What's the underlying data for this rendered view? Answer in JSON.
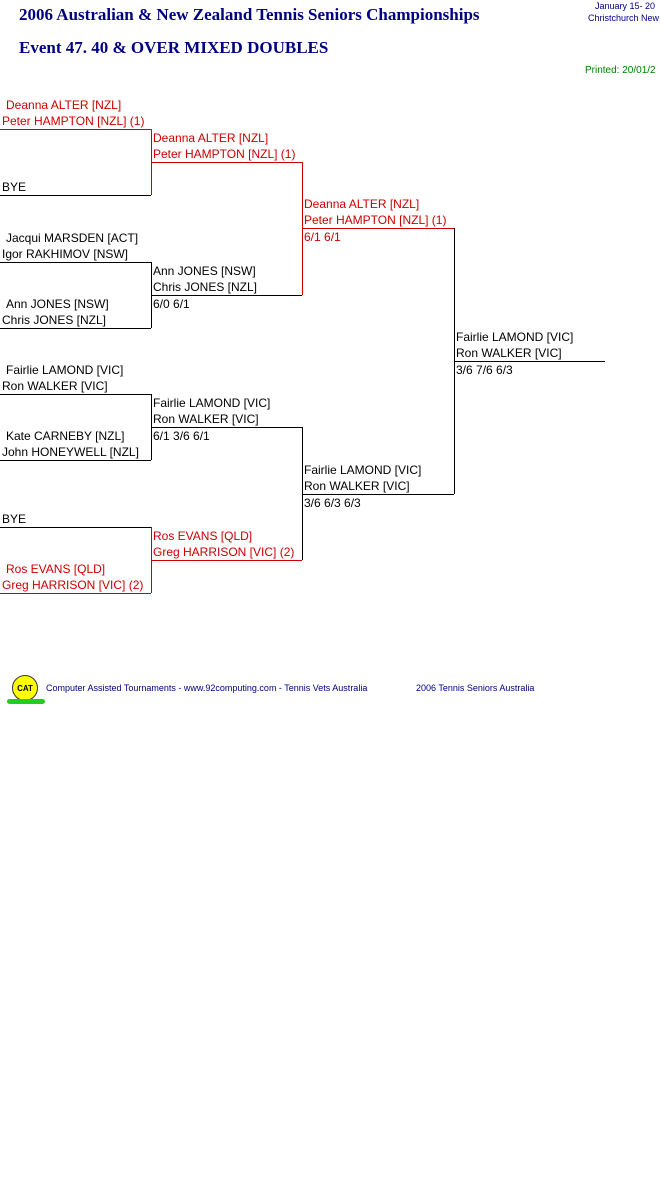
{
  "header": {
    "title": "2006 Australian & New Zealand Tennis Seniors Championships",
    "event": "Event 47. 40 & OVER MIXED DOUBLES",
    "dates": "January  15- 20",
    "location": "Christchurch    New",
    "printed": "Printed: 20/01/2"
  },
  "round1": [
    {
      "p1": "Deanna ALTER [NZL]",
      "p2": "Peter HAMPTON [NZL] (1)",
      "seeded": true
    },
    {
      "p1": "",
      "p2": "BYE",
      "seeded": false
    },
    {
      "p1": "Jacqui MARSDEN [ACT]",
      "p2": "Igor RAKHIMOV [NSW]",
      "seeded": false
    },
    {
      "p1": "Ann JONES [NSW]",
      "p2": "Chris JONES [NZL]",
      "seeded": false
    },
    {
      "p1": "Fairlie LAMOND [VIC]",
      "p2": "Ron WALKER [VIC]",
      "seeded": false
    },
    {
      "p1": "Kate CARNEBY [NZL]",
      "p2": "John HONEYWELL [NZL]",
      "seeded": false
    },
    {
      "p1": "",
      "p2": "BYE",
      "seeded": false
    },
    {
      "p1": "Ros EVANS [QLD]",
      "p2": "Greg HARRISON [VIC] (2)",
      "seeded": true
    }
  ],
  "round2": [
    {
      "p1": "Deanna ALTER [NZL]",
      "p2": "Peter HAMPTON [NZL] (1)",
      "score": "",
      "seeded": true
    },
    {
      "p1": "Ann JONES [NSW]",
      "p2": "Chris JONES [NZL]",
      "score": "6/0 6/1",
      "seeded": false
    },
    {
      "p1": "Fairlie LAMOND [VIC]",
      "p2": "Ron WALKER [VIC]",
      "score": "6/1 3/6 6/1",
      "seeded": false
    },
    {
      "p1": "Ros EVANS [QLD]",
      "p2": "Greg HARRISON [VIC] (2)",
      "score": "",
      "seeded": true
    }
  ],
  "round3": [
    {
      "p1": "Deanna ALTER [NZL]",
      "p2": "Peter HAMPTON [NZL] (1)",
      "score": "6/1 6/1",
      "seeded": true
    },
    {
      "p1": "Fairlie LAMOND [VIC]",
      "p2": "Ron WALKER [VIC]",
      "score": "3/6 6/3 6/3",
      "seeded": false
    }
  ],
  "final": {
    "p1": "Fairlie LAMOND [VIC]",
    "p2": "Ron WALKER [VIC]",
    "score": "3/6 7/6 6/3"
  },
  "footer": {
    "logo": "CAT",
    "credit": "Computer Assisted Tournaments - www.92computing.com -  Tennis Vets Australia",
    "org": "2006 Tennis Seniors Australia"
  },
  "colors": {
    "title": "#000080",
    "seeded": "#cc0000",
    "printed": "#008000"
  }
}
